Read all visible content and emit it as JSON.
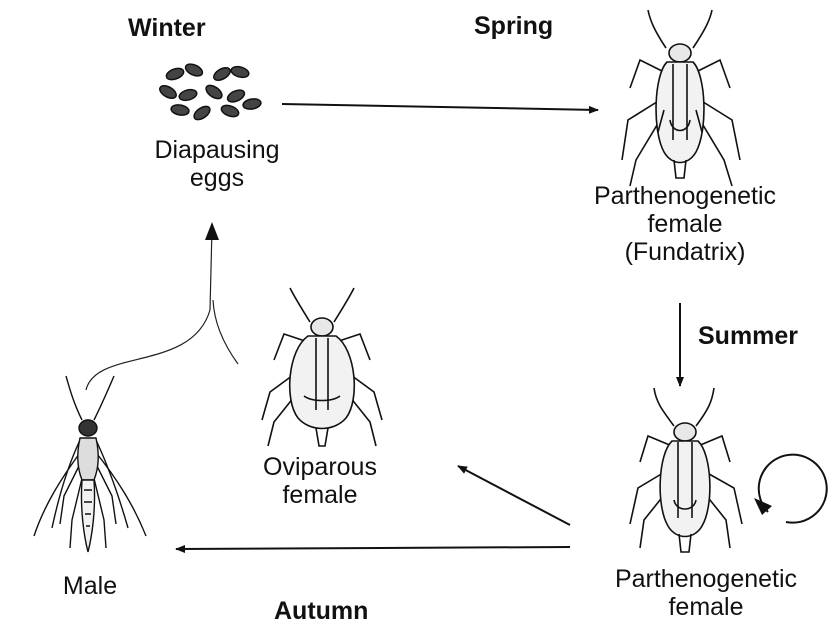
{
  "seasons": {
    "winter": "Winter",
    "spring": "Spring",
    "summer": "Summer",
    "autumn": "Autumn"
  },
  "stages": {
    "eggs": {
      "line1": "Diapausing",
      "line2": "eggs"
    },
    "fundatrix": {
      "line1": "Parthenogenetic",
      "line2": "female",
      "line3": "(Fundatrix)"
    },
    "parthenogenetic": {
      "line1": "Parthenogenetic",
      "line2": "female"
    },
    "oviparous": {
      "line1": "Oviparous",
      "line2": "female"
    },
    "male": {
      "line1": "Male"
    }
  },
  "icons": {
    "eggs": "eggs-icon",
    "fundatrix": "aphid-fundatrix-icon",
    "parthenogenetic": "aphid-parthenogenetic-icon",
    "oviparous": "aphid-oviparous-icon",
    "male": "aphid-male-icon",
    "cycle": "self-cycle-arrow-icon"
  },
  "colors": {
    "ink": "#111111",
    "body_fill": "#f2f2f2"
  }
}
